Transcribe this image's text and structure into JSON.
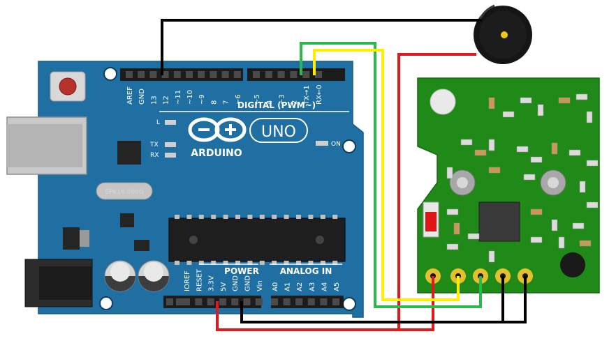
{
  "arduino": {
    "brand": "ARDUINO",
    "model": "UNO",
    "header_digital_label": "DIGITAL (PWM~)",
    "power_label": "POWER",
    "analog_label": "ANALOG IN",
    "on_label": "ON",
    "led_l": "L",
    "led_tx": "TX",
    "led_rx": "RX",
    "crystal_text": "SPK16.000G",
    "top_pins": [
      "AREF",
      "GND",
      "13",
      "12",
      "~11",
      "~10",
      "~9",
      "8",
      "7",
      "~6",
      "~5",
      "4",
      "~3",
      "2",
      "TX→1",
      "RX←0"
    ],
    "bottom_pins": [
      "IOREF",
      "RESET",
      "3.3V",
      "5V",
      "GND",
      "GND",
      "Vin",
      "A0",
      "A1",
      "A2",
      "A3",
      "A4",
      "A5"
    ]
  },
  "colors": {
    "board": "#1f6fa3",
    "sensor_board": "#1f8a17",
    "wire_black": "#000000",
    "wire_red": "#e0191c",
    "wire_yellow": "#ffee00",
    "wire_green": "#2db84d",
    "pad_gold": "#e4c02c"
  },
  "components": {
    "buzzer": "buzzer",
    "sensor_module": "sensor-module"
  }
}
